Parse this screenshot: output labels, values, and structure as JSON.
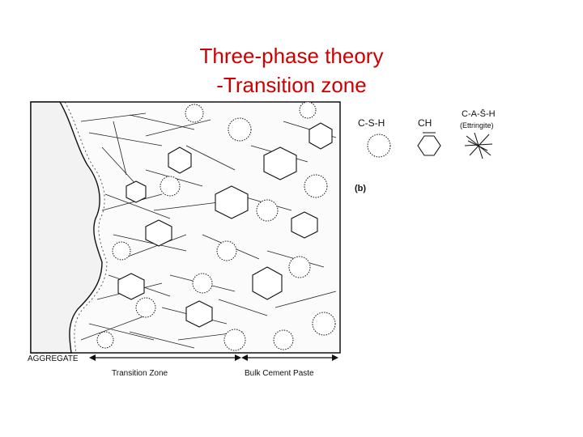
{
  "slide": {
    "title_line1": "Three-phase theory",
    "title_line2": "-Transition zone",
    "accent_color": "#cc0000"
  },
  "figure": {
    "panel_label": "(b)",
    "legend": {
      "csh_label": "C-S-H",
      "ch_label": "CH",
      "cash_label": "C-A-S̄-H",
      "cash_note": "(Ettringite)"
    },
    "regions": {
      "aggregate_label": "AGGREGATE",
      "transition_label": "Transition Zone",
      "bulk_label": "Bulk Cement Paste"
    }
  }
}
